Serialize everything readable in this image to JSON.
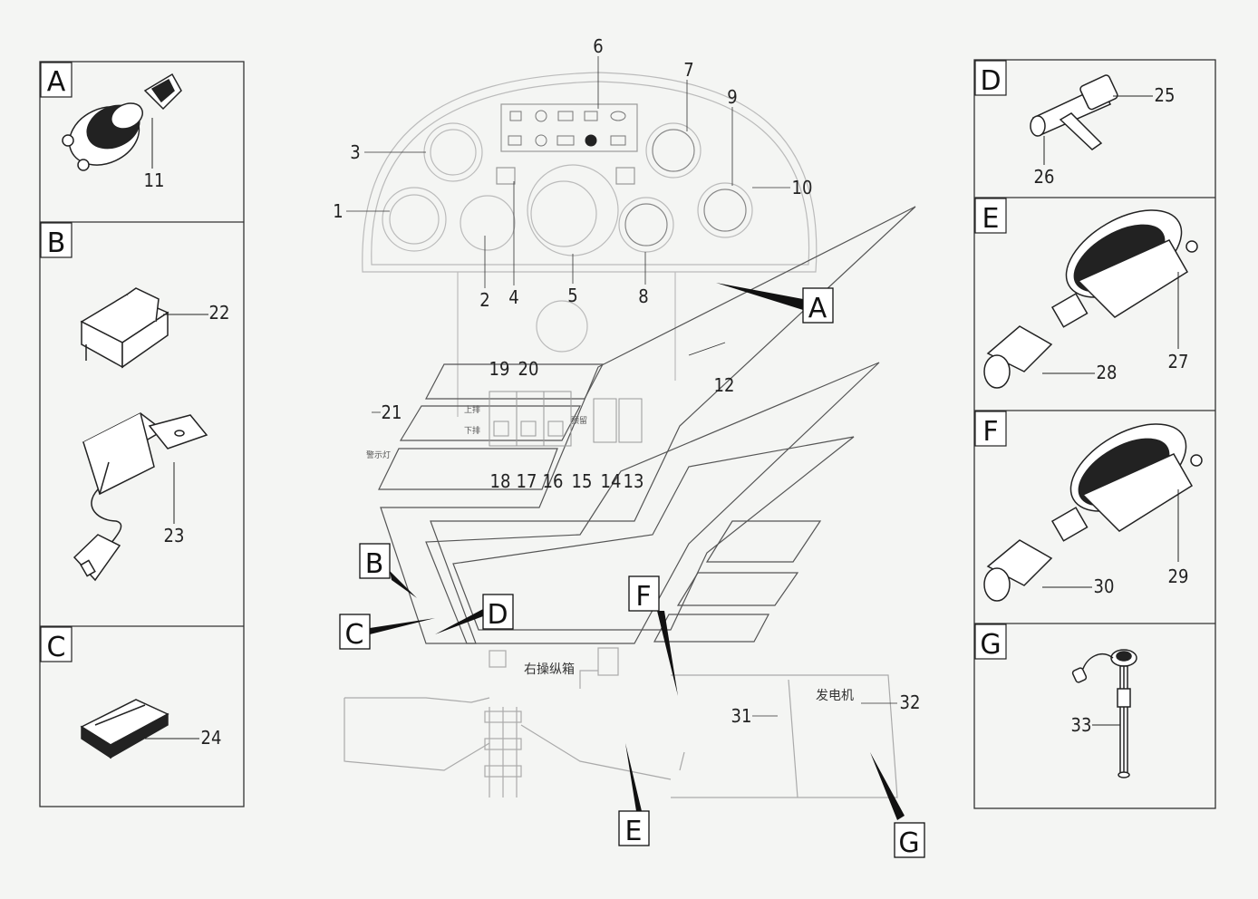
{
  "panels": {
    "A": {
      "tag": "A",
      "part": "11"
    },
    "B": {
      "tag": "B",
      "parts": [
        "22",
        "23"
      ]
    },
    "C": {
      "tag": "C",
      "part": "24"
    },
    "D": {
      "tag": "D",
      "parts": [
        "25",
        "26"
      ]
    },
    "E": {
      "tag": "E",
      "parts": [
        "28",
        "27"
      ]
    },
    "F": {
      "tag": "F",
      "parts": [
        "30",
        "29"
      ]
    },
    "G": {
      "tag": "G",
      "part": "33"
    }
  },
  "main": {
    "callouts": [
      "1",
      "2",
      "3",
      "4",
      "5",
      "6",
      "7",
      "8",
      "9",
      "10",
      "12",
      "13",
      "14",
      "15",
      "16",
      "17",
      "18",
      "19",
      "20",
      "21",
      "31",
      "32"
    ],
    "pointers": [
      "A",
      "B",
      "C",
      "D",
      "E",
      "F",
      "G"
    ],
    "labels": {
      "right_console": "右操纵箱",
      "generator": "发电机",
      "upper_row": "上排",
      "lower_row": "下排",
      "warning_lamp": "警示灯",
      "spare": "预留"
    }
  }
}
